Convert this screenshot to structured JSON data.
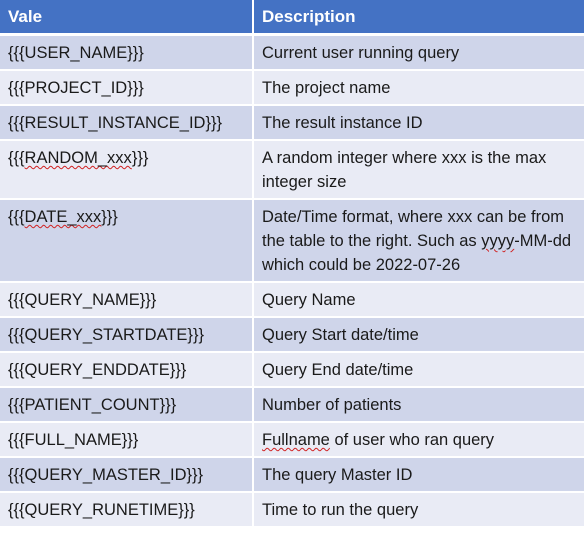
{
  "table": {
    "headers": [
      "Vale",
      "Description"
    ],
    "rows": [
      {
        "value": "{{{USER_NAME}}}",
        "description": "Current user running query"
      },
      {
        "value": "{{{PROJECT_ID}}}",
        "description": "The project name"
      },
      {
        "value": "{{{RESULT_INSTANCE_ID}}}",
        "description": "The result instance ID"
      },
      {
        "value_pre": "{{{",
        "value_mark": "RANDOM_xxx",
        "value_post": "}}}",
        "description": "A random integer where xxx is the max integer size"
      },
      {
        "value_pre": "{{{",
        "value_mark": "DATE_xxx",
        "value_post": "}}}",
        "description_pre": "Date/Time format, where xxx can be from the table to the right.  Such as ",
        "description_mark": "yyyy",
        "description_post": "-MM-dd which could be 2022-07-26"
      },
      {
        "value": "{{{QUERY_NAME}}}",
        "description": "Query Name"
      },
      {
        "value": "{{{QUERY_STARTDATE}}}",
        "description": "Query Start date/time"
      },
      {
        "value": "{{{QUERY_ENDDATE}}}",
        "description": "Query End date/time"
      },
      {
        "value": "{{{PATIENT_COUNT}}}",
        "description": "Number of patients"
      },
      {
        "value": "{{{FULL_NAME}}}",
        "description_mark": "Fullname",
        "description_post": " of user who ran query"
      },
      {
        "value": "{{{QUERY_MASTER_ID}}}",
        "description": "The query Master ID"
      },
      {
        "value": "{{{QUERY_RUNETIME}}}",
        "description": "Time to run the query"
      }
    ]
  },
  "colors": {
    "header_bg": "#4472c4",
    "row_dark": "#cfd5ea",
    "row_light": "#e9ebf5",
    "spell_underline": "#d02020"
  }
}
